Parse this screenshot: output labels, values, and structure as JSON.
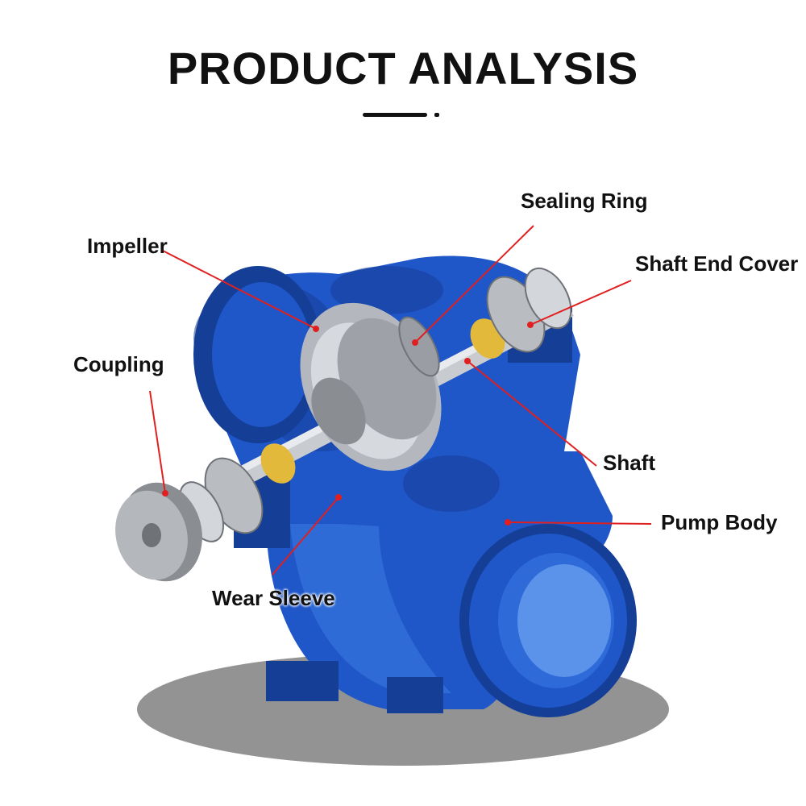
{
  "title": "PRODUCT ANALYSIS",
  "colors": {
    "pump_blue": "#1f56c8",
    "pump_blue_dark": "#153e96",
    "pump_blue_light": "#3a7ae0",
    "metal": "#c8cbd0",
    "metal_dark": "#8a8d92",
    "brass": "#e2b93a",
    "leader_line": "#e02020"
  },
  "labels": {
    "sealing_ring": "Sealing Ring",
    "impeller": "Impeller",
    "shaft_end_cover": "Shaft End Cover",
    "coupling": "Coupling",
    "shaft": "Shaft",
    "pump_body": "Pump Body",
    "wear_sleeve": "Wear Sleeve"
  }
}
